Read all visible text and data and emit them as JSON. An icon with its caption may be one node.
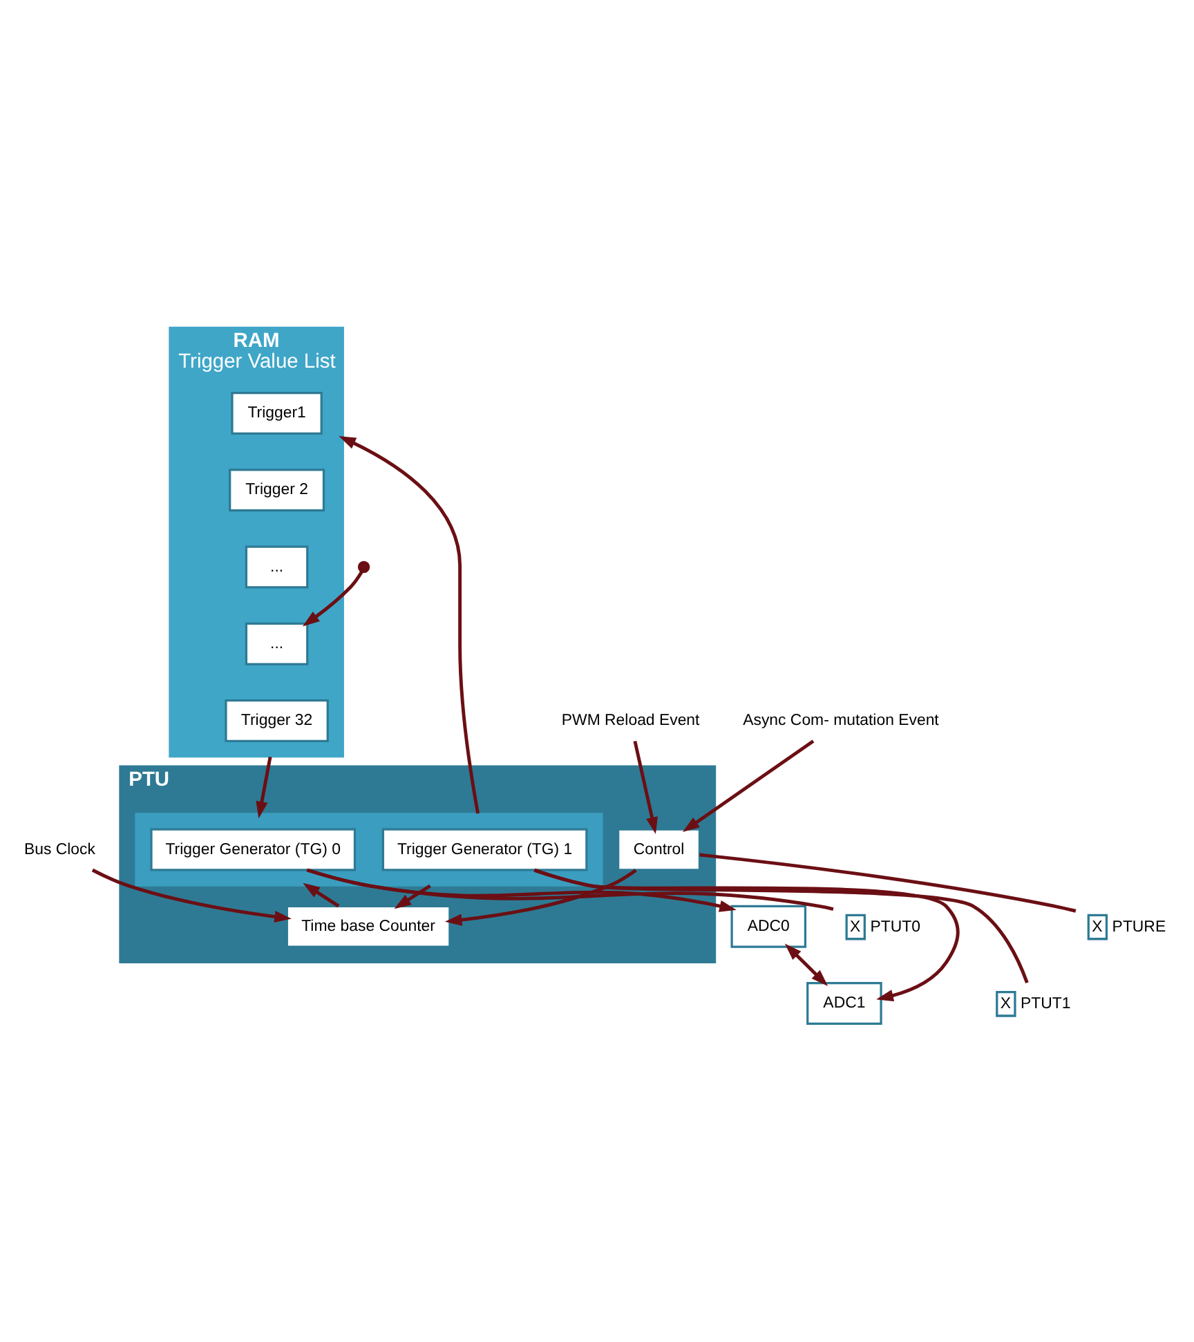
{
  "diagram": {
    "nodes": [
      {
        "text": [
          "RAM",
          "Trigger Value List"
        ]
      },
      {
        "text": [
          "Trigger1"
        ],
        "in": 0
      },
      {
        "text": [
          "Trigger 2"
        ],
        "in": 0
      },
      {
        "text": [
          "..."
        ],
        "in": 0
      },
      {
        "text": [
          "..."
        ],
        "in": 0
      },
      {
        "text": [
          "Trigger 32"
        ],
        "in": 0
      },
      {
        "text": [
          "PTU"
        ]
      },
      {
        "text": [],
        "shape": "box",
        "in": 6
      },
      {
        "text": [
          "Trigger Generator (TG) 0"
        ],
        "in": 7
      },
      {
        "text": [
          "Trigger Generator (TG) 1"
        ],
        "in": 7
      },
      {
        "text": [
          "Time base Counter"
        ],
        "in": 6
      },
      {
        "text": [
          "Control"
        ],
        "in": 6
      },
      {
        "text": [
          "ADC0"
        ]
      },
      {
        "text": [
          "ADC1"
        ]
      },
      {
        "text": [
          "X"
        ],
        "beside": [
          "PTUT0"
        ]
      },
      {
        "text": [
          "X"
        ],
        "beside": [
          "PTURE"
        ]
      },
      {
        "text": [
          "X"
        ],
        "beside": [
          "PTUT1"
        ]
      },
      {
        "text": [
          "PWM Reload Event"
        ]
      },
      {
        "text": [
          "Async Com- mutation Event"
        ]
      },
      {
        "text": [
          "Bus Clock"
        ]
      },
      {
        "text": [],
        "shape": "circle"
      }
    ],
    "edges": [
      {
        "from": 0,
        "to": 7,
        "arrow": "to"
      },
      {
        "from": 7,
        "to": 0,
        "arrow": "to"
      },
      {
        "from": 8,
        "to": 12,
        "arrow": "to"
      },
      {
        "from": 8,
        "to": 14,
        "arrow": "none"
      },
      {
        "from": 9,
        "to": 13,
        "arrow": "to"
      },
      {
        "from": 9,
        "to": 16,
        "arrow": "none"
      },
      {
        "from": 12,
        "to": 13,
        "arrow": "both"
      },
      {
        "from": 11,
        "to": 15,
        "arrow": "none"
      },
      {
        "from": 7,
        "to": 10,
        "arrow": "to"
      },
      {
        "from": 10,
        "to": 7,
        "arrow": "to"
      },
      {
        "from": 11,
        "to": 10,
        "arrow": "to"
      },
      {
        "from": 17,
        "to": 11,
        "arrow": "to"
      },
      {
        "from": 18,
        "to": 11,
        "arrow": "to"
      },
      {
        "from": 19,
        "to": 10,
        "arrow": "to"
      },
      {
        "from": 20,
        "to": 4,
        "arrow": "to"
      }
    ]
  }
}
